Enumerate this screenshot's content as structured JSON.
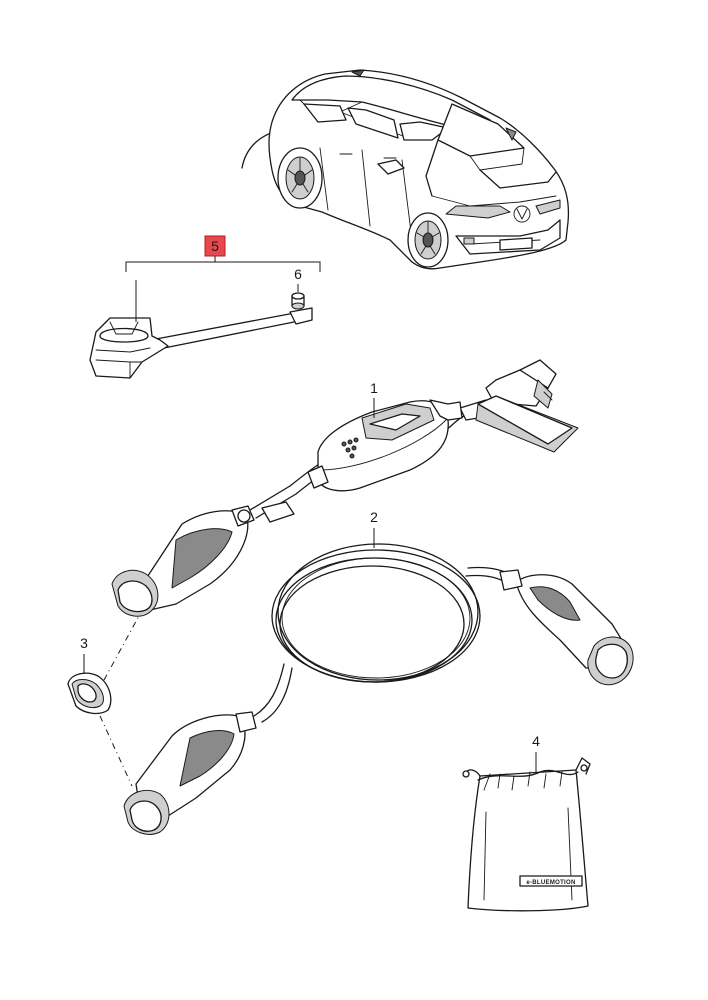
{
  "diagram": {
    "callouts": {
      "charging_cable_mode2": "1",
      "charging_cable_mode3": "2",
      "cap": "3",
      "bag": "4",
      "holder_set": "5",
      "screw": "6"
    },
    "bag_label": "e-BLUEMOTION",
    "highlight_color": "#e8474d"
  }
}
